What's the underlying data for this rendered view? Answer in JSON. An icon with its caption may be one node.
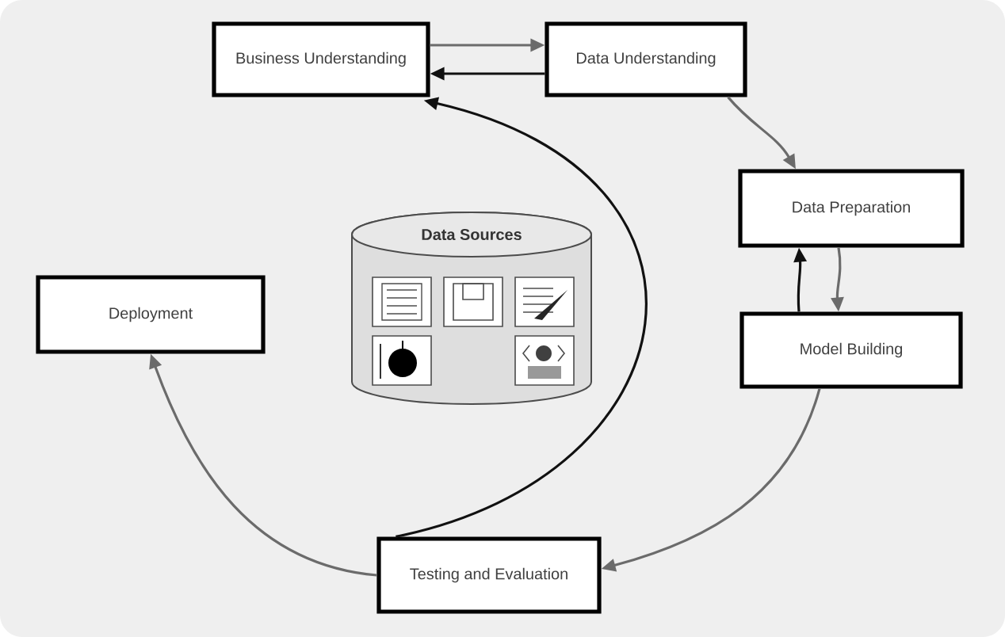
{
  "diagram": {
    "nodes": [
      {
        "text": [
          "Business Understanding"
        ]
      },
      {
        "text": [
          "Data Understanding"
        ]
      },
      {
        "text": [
          "Data Preparation"
        ]
      },
      {
        "text": [
          "Model Building"
        ]
      },
      {
        "text": [
          "Testing and Evaluation"
        ]
      },
      {
        "text": [
          "Deployment"
        ]
      },
      {
        "text": [
          "Data Sources"
        ]
      }
    ],
    "edges": [
      {
        "from": 0,
        "to": 1,
        "arrow": "to"
      },
      {
        "from": 1,
        "to": 0,
        "arrow": "to",
        "color": "#111111"
      },
      {
        "from": 1,
        "to": 2,
        "arrow": "to"
      },
      {
        "from": 2,
        "to": 3,
        "arrow": "to"
      },
      {
        "from": 3,
        "to": 2,
        "arrow": "to",
        "color": "#111111"
      },
      {
        "from": 3,
        "to": 4,
        "arrow": "to"
      },
      {
        "from": 4,
        "to": 0,
        "arrow": "to",
        "color": "#111111"
      },
      {
        "from": 4,
        "to": 5,
        "arrow": "to"
      }
    ]
  }
}
